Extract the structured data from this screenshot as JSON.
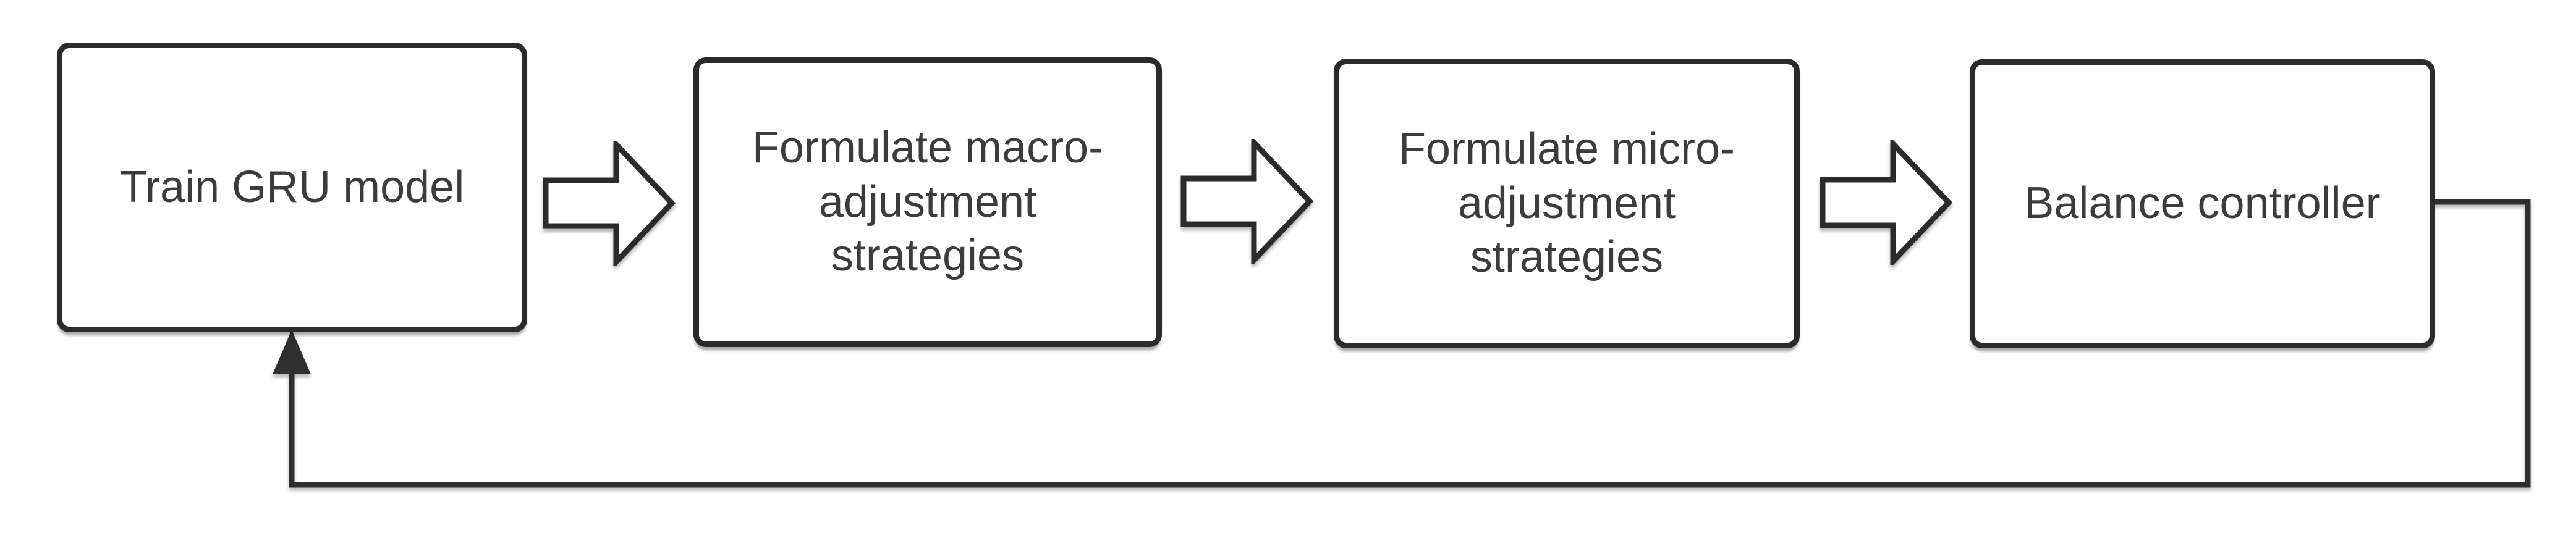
{
  "diagram": {
    "type": "flowchart",
    "background_color": "#ffffff",
    "line_color": "#2b2b2b",
    "text_color": "#3c3c3c",
    "node_fill_color": "#ffffff",
    "nodes": [
      {
        "id": "train-gru-model",
        "label": "Train GRU model"
      },
      {
        "id": "formulate-macro-adjustment-strategies",
        "label": "Formulate macro-\nadjustment\nstrategies"
      },
      {
        "id": "formulate-micro-adjustment-strategies",
        "label": "Formulate micro-\nadjustment\nstrategies"
      },
      {
        "id": "balance-controller",
        "label": "Balance controller"
      }
    ],
    "connectors": [
      {
        "from": "train-gru-model",
        "to": "formulate-macro-adjustment-strategies",
        "style": "hollow-block-arrow",
        "direction": "right"
      },
      {
        "from": "formulate-macro-adjustment-strategies",
        "to": "formulate-micro-adjustment-strategies",
        "style": "hollow-block-arrow",
        "direction": "right"
      },
      {
        "from": "formulate-micro-adjustment-strategies",
        "to": "balance-controller",
        "style": "hollow-block-arrow",
        "direction": "right"
      },
      {
        "from": "balance-controller",
        "to": "train-gru-model",
        "style": "elbow-line",
        "direction": "feedback-loop-bottom",
        "arrowhead": "filled-triangle-up"
      }
    ]
  }
}
